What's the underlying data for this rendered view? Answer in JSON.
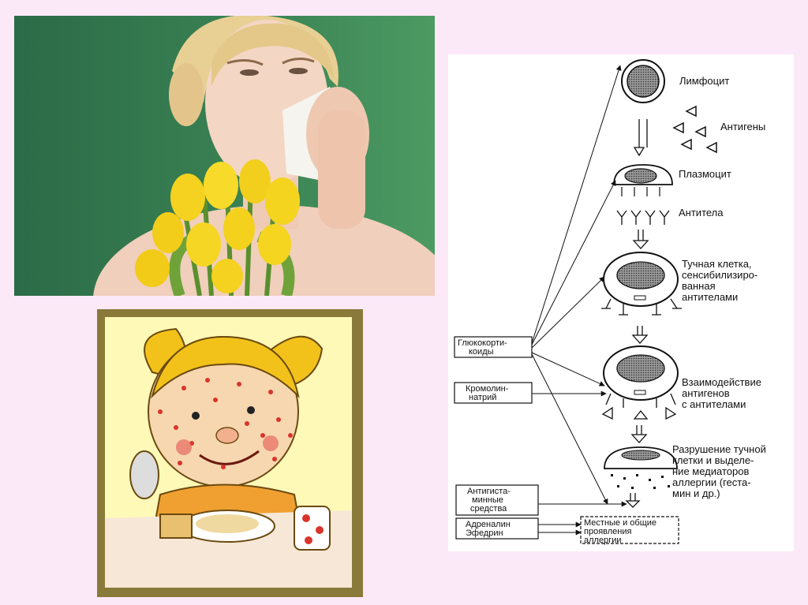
{
  "diagram": {
    "nodes": {
      "lymphocyte": "Лимфоцит",
      "antigens": "Антигены",
      "plasmocyte": "Плазмоцит",
      "antibodies": "Антитела",
      "mast_cell": [
        "Тучная клетка,",
        "сенсибилизиро-",
        "ванная",
        "антителами"
      ],
      "interaction": [
        "Взаимодействие",
        "антигенов",
        "с антителами"
      ],
      "destruction": [
        "Разрушение тучной",
        "клетки и выделе-",
        "ние медиаторов",
        "аллергии (геста-",
        "мин и др.)"
      ],
      "effects": [
        "Местные и общие",
        "проявления",
        "аллергии"
      ]
    },
    "drugs": {
      "glucocorticoids": [
        "Глюкокорти-",
        "коиды"
      ],
      "cromolyn": [
        "Кромолин-",
        "натрий"
      ],
      "antihistamines": [
        "Антигиста-",
        "минные",
        "средства"
      ],
      "adrenaline": [
        "Адреналин",
        "Эфедрин"
      ]
    }
  }
}
